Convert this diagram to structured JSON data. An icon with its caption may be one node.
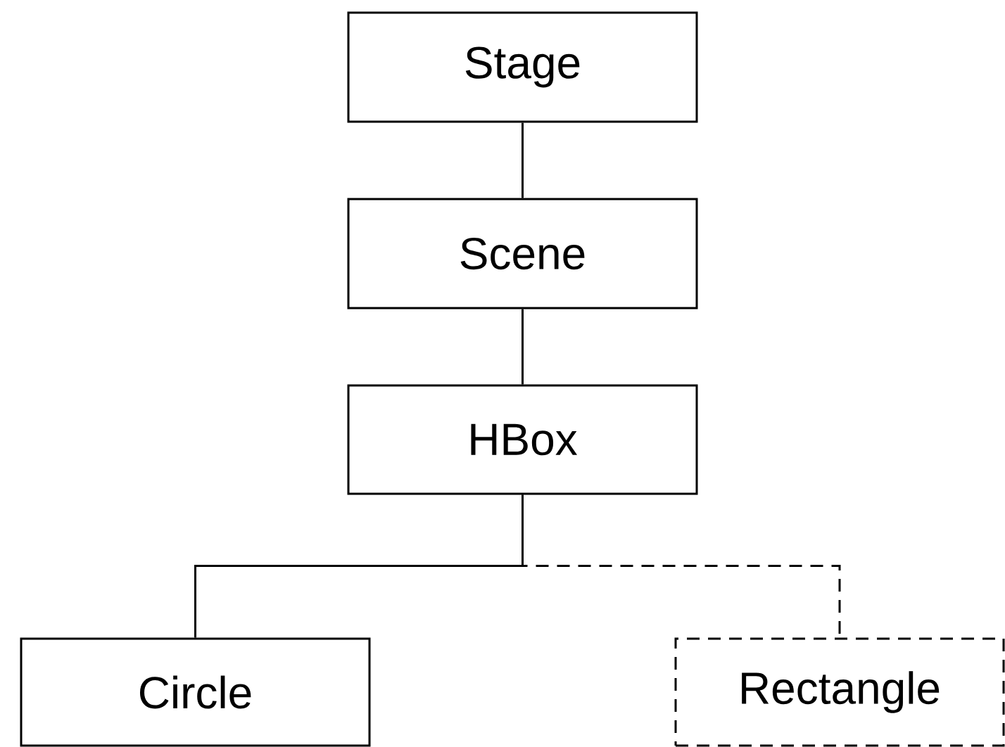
{
  "diagram": {
    "nodes": [
      {
        "text": [
          "Stage"
        ]
      },
      {
        "text": [
          "Scene"
        ]
      },
      {
        "text": [
          "HBox"
        ]
      },
      {
        "text": [
          "Circle"
        ]
      },
      {
        "text": [
          "Rectangle"
        ]
      }
    ],
    "edges": [
      {
        "from": 0,
        "to": 1,
        "arrow": "none"
      },
      {
        "from": 1,
        "to": 2,
        "arrow": "none"
      },
      {
        "from": 2,
        "to": 3,
        "arrow": "none"
      },
      {
        "from": 2,
        "to": 4,
        "arrow": "none",
        "style": "dashed"
      }
    ]
  }
}
